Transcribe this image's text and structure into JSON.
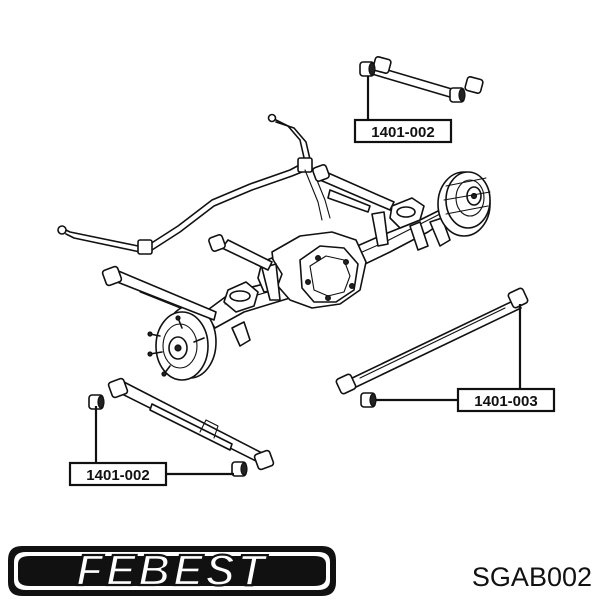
{
  "diagram": {
    "callouts": [
      {
        "id": "top",
        "text": "1401-002"
      },
      {
        "id": "right",
        "text": "1401-003"
      },
      {
        "id": "bottom",
        "text": "1401-002"
      }
    ]
  },
  "brand": {
    "logo_text": "FEBEST",
    "sku": "SGAB002"
  },
  "colors": {
    "ink": "#111111",
    "background": "#ffffff"
  }
}
